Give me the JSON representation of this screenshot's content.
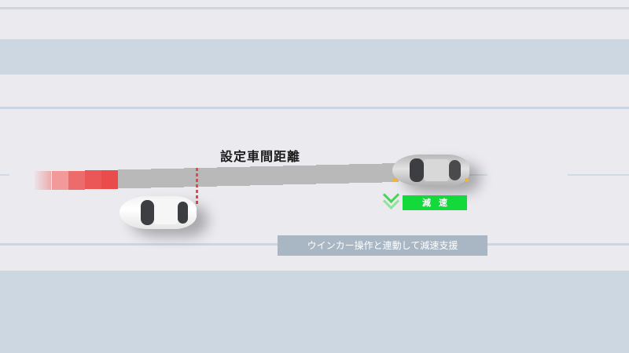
{
  "diagram": {
    "labels": {
      "set_distance": "設定車間距離",
      "deceleration": "減速",
      "caption": "ウインカー操作と連動して減速支援"
    },
    "colors": {
      "road": "#ebeaef",
      "shoulder_band": "#cdd7e1",
      "lane_line": "#cdd6e0",
      "gap_block": "#b9b9b9",
      "warning_red": "#e54848",
      "deceleration_green": "#14d93a",
      "caption_bg": "#a9b7c4"
    },
    "icons": {
      "deceleration_indicator": "double-chevron-down-icon"
    },
    "vehicles": [
      {
        "role": "own-vehicle",
        "color": "white"
      },
      {
        "role": "preceding-vehicle",
        "color": "silver"
      }
    ]
  }
}
